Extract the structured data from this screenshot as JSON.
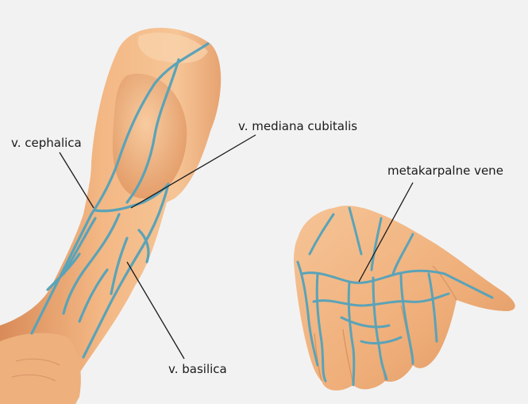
{
  "labels": {
    "cephalica": "v. cephalica",
    "mediana_cubitalis": "v. mediana cubitalis",
    "basilica": "v. basilica",
    "metakarpalne": "metakarpalne vene"
  },
  "colors": {
    "background": "#f2f2f2",
    "skin": "#f2b27e",
    "skin_shade": "#d88a57",
    "skin_light": "#f8cfa6",
    "vein": "#5aa3b8",
    "leader_line": "#1a1a1a"
  }
}
